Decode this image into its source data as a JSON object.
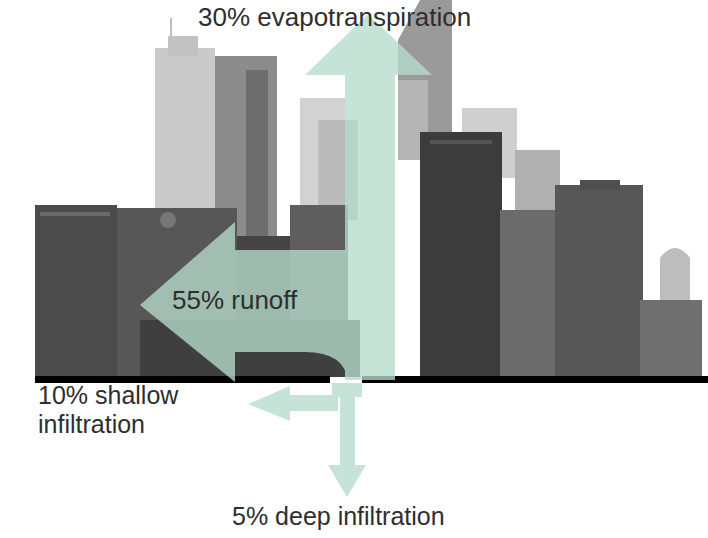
{
  "diagram": {
    "labels": [
      "30% evapotranspiration",
      "55% runoff",
      "10% shallow infiltration",
      "5% deep infiltration"
    ]
  }
}
